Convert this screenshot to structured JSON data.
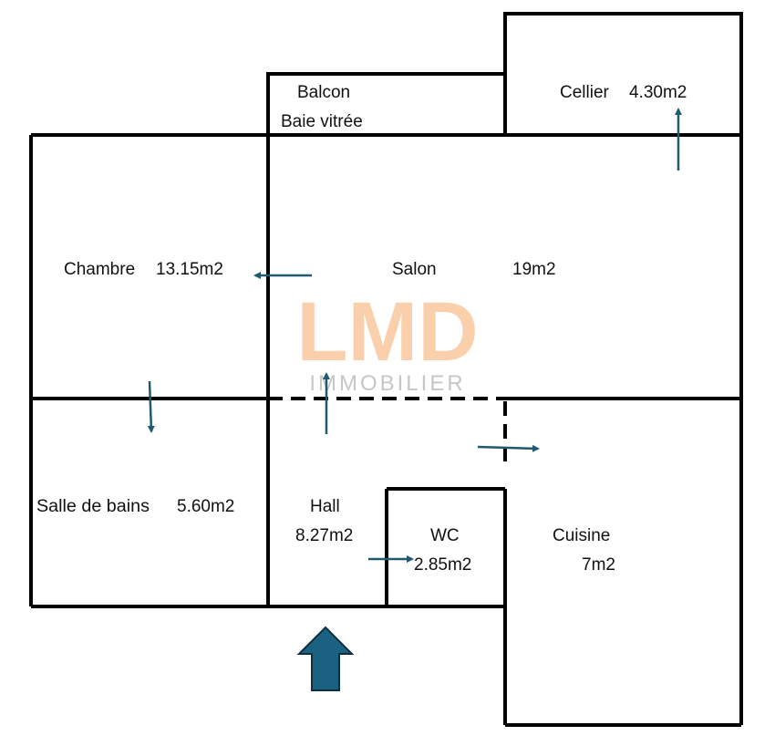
{
  "rooms": {
    "balcon": {
      "name": "Balcon",
      "note": "Baie vitrée"
    },
    "cellier": {
      "name": "Cellier",
      "area": "4.30m2"
    },
    "chambre": {
      "name": "Chambre",
      "area": "13.15m2"
    },
    "salon": {
      "name": "Salon",
      "area": "19m2"
    },
    "salle_de_bains": {
      "name": "Salle de bains",
      "area": "5.60m2"
    },
    "hall": {
      "name": "Hall",
      "area": "8.27m2"
    },
    "wc": {
      "name": "WC",
      "area": "2.85m2"
    },
    "cuisine": {
      "name": "Cuisine",
      "area": "7m2"
    }
  },
  "watermark": {
    "logo": "LMD",
    "subtitle": "IMMOBILIER"
  },
  "colors": {
    "arrow": "#1f5a6e",
    "entrance": "#1b6282",
    "watermark": "#f6a86a"
  }
}
